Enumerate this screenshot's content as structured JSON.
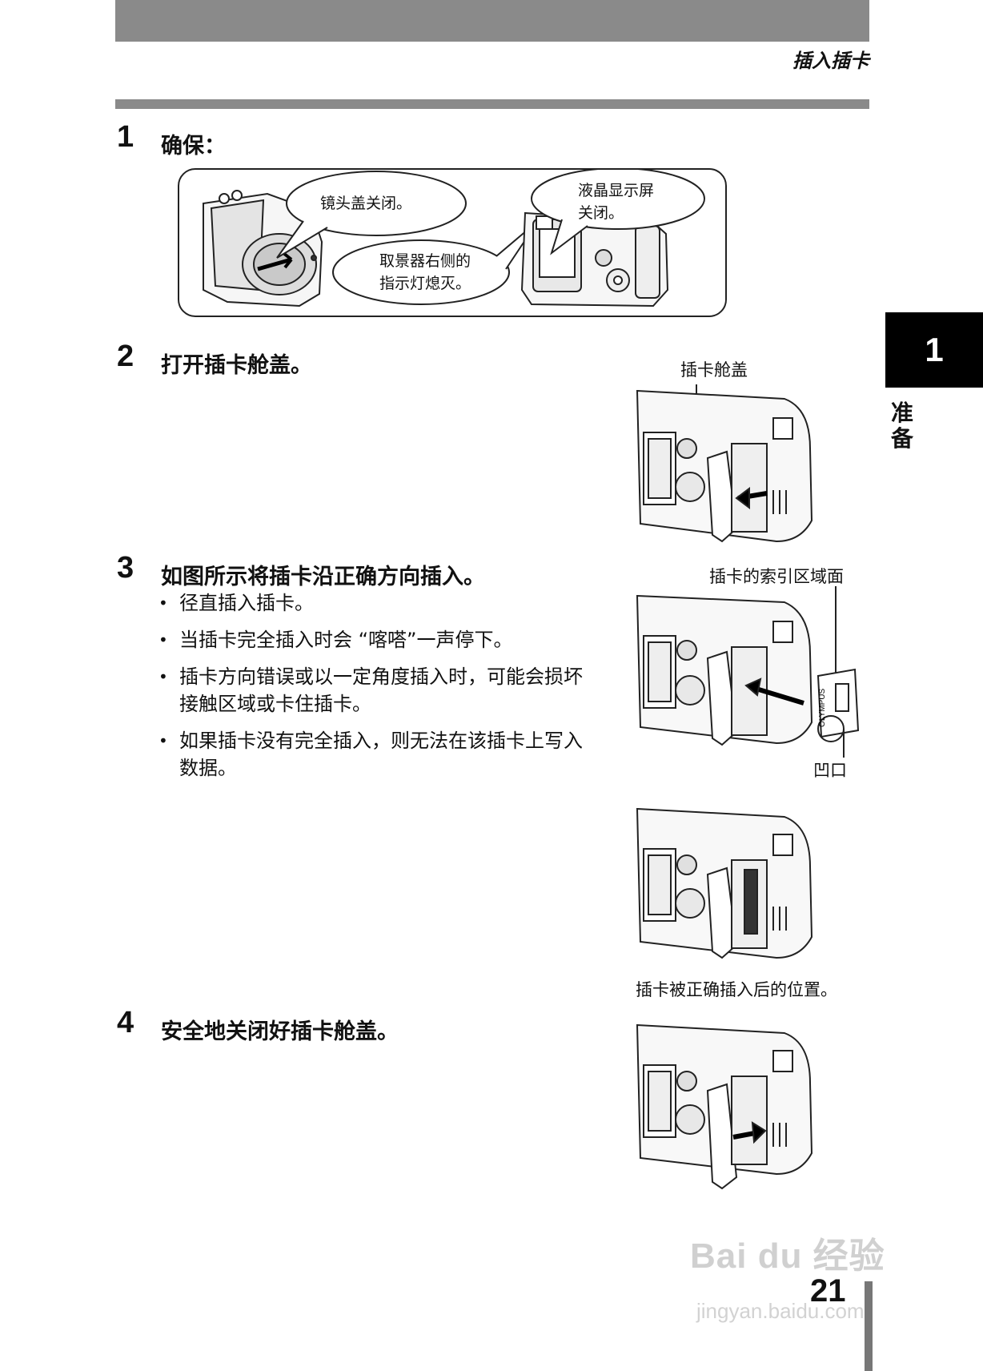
{
  "header": {
    "title": "插入插卡"
  },
  "steps": [
    {
      "number": "1",
      "text": "确保："
    },
    {
      "number": "2",
      "text": "打开插卡舱盖。"
    },
    {
      "number": "3",
      "text": "如图所示将插卡沿正确方向插入。"
    },
    {
      "number": "4",
      "text": "安全地关闭好插卡舱盖。"
    }
  ],
  "step1_callouts": {
    "lens": "镜头盖关闭。",
    "lcd_line1": "液晶显示屏",
    "lcd_line2": "关闭。",
    "lamp_line1": "取景器右侧的",
    "lamp_line2": "指示灯熄灭。"
  },
  "step3_bullets": [
    "径直插入插卡。",
    "当插卡完全插入时会 “喀嗒”一声停下。",
    "插卡方向错误或以一定角度插入时，可能会损坏接触区域或卡住插卡。",
    "如果插卡没有完全插入，则无法在该插卡上写入数据。"
  ],
  "figure_labels": {
    "cover": "插卡舱盖",
    "index_area": "插卡的索引区域面",
    "notch": "凹口",
    "correct_position": "插卡被正确插入后的位置。",
    "card_brand": "OLYMPUS"
  },
  "side_tab": {
    "number": "1",
    "label": "准备"
  },
  "page_number": "21",
  "watermark": {
    "main": "Bai du 经验",
    "sub": "jingyan.baidu.com"
  }
}
